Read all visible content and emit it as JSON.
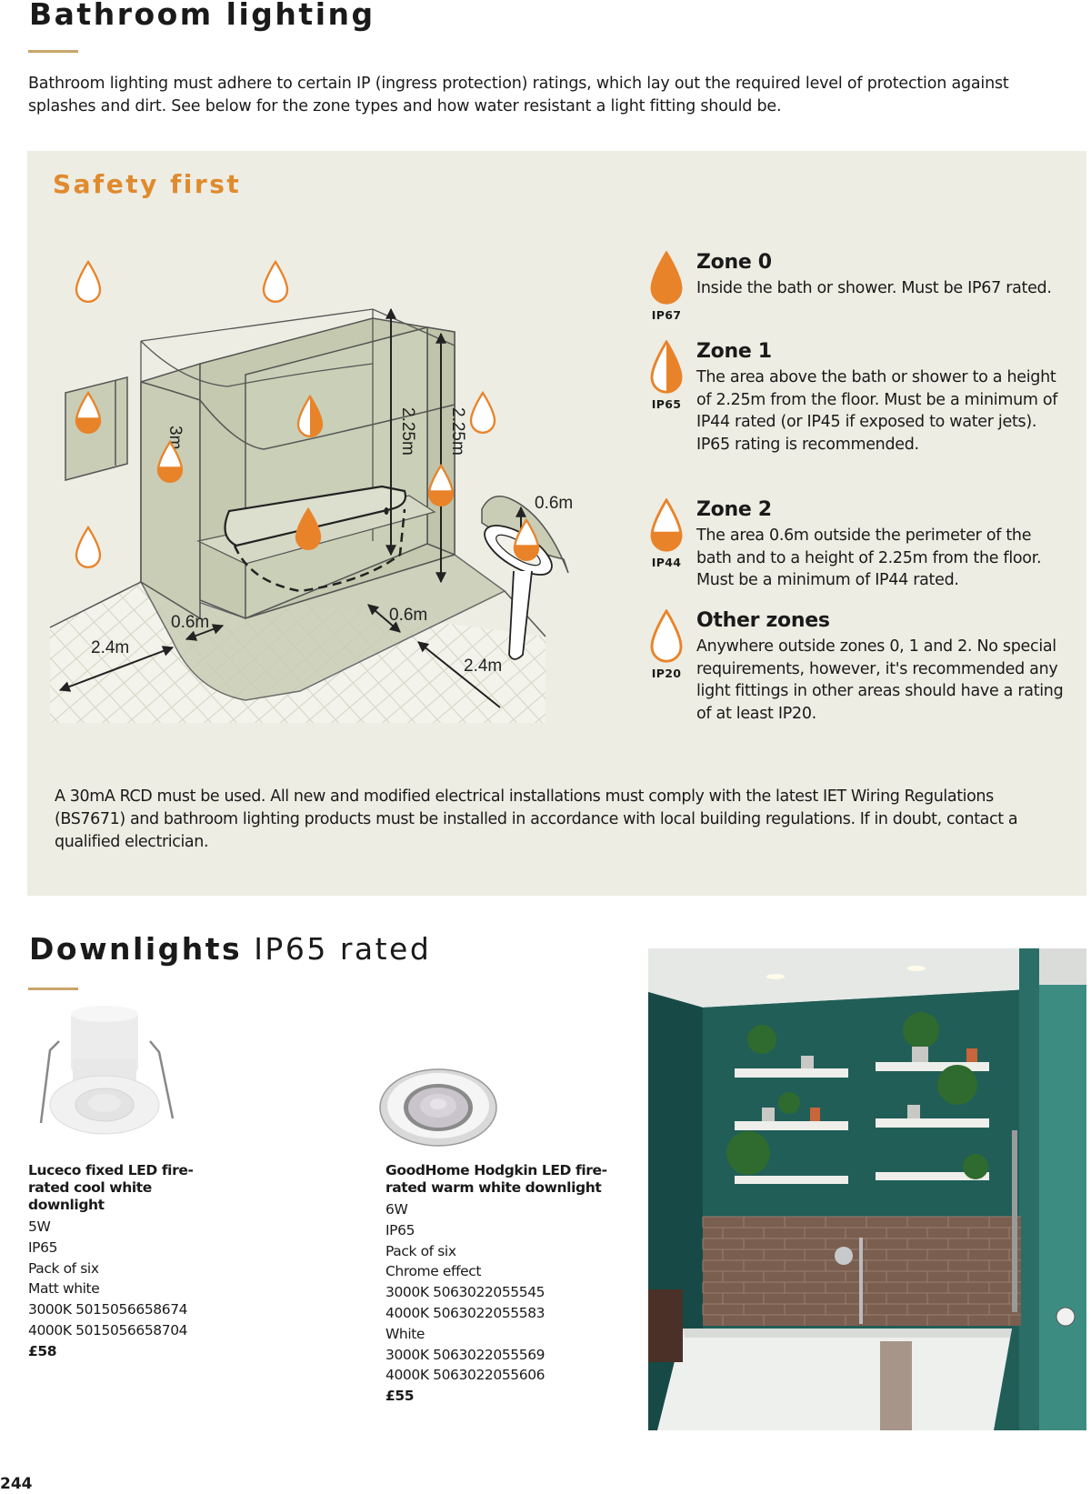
{
  "header": {
    "title": "Bathroom lighting",
    "intro": "Bathroom lighting must adhere to certain IP (ingress protection) ratings, which lay out the required level of protection against splashes and dirt. See below for the zone types and how water resistant a light fitting should be."
  },
  "safety": {
    "title": "Safety first",
    "diagram_labels": {
      "height_total": "3m",
      "height_zone1_a": "2.25m",
      "height_zone1_b": "2.25m",
      "basin_offset": "0.6m",
      "perimeter_left": "0.6m",
      "perimeter_right": "0.6m",
      "floor_left": "2.4m",
      "floor_right": "2.4m"
    },
    "zones": [
      {
        "title": "Zone 0",
        "ip": "IP67",
        "fill": "full",
        "body": "Inside the bath or shower. Must be IP67 rated."
      },
      {
        "title": "Zone 1",
        "ip": "IP65",
        "fill": "half",
        "body": "The area above the bath or shower to a height of 2.25m from the floor. Must be a minimum of IP44 rated (or IP45 if exposed to water jets). IP65 rating is recommended."
      },
      {
        "title": "Zone 2",
        "ip": "IP44",
        "fill": "bottom",
        "body": "The area 0.6m outside the perimeter of the bath and to a height of 2.25m from the floor. Must be a minimum of IP44 rated."
      },
      {
        "title": "Other zones",
        "ip": "IP20",
        "fill": "none",
        "body": "Anywhere outside zones 0, 1 and 2. No special requirements, however, it's recommended any light fittings in other areas should have a rating of at least IP20."
      }
    ],
    "notice": "A 30mA RCD must be used. All new and modified electrical installations must comply with the latest IET Wiring Regulations (BS7671) and bathroom lighting products must be installed in accordance with local building regulations. If in doubt, contact a qualified electrician."
  },
  "downlights": {
    "title_bold": "Downlights",
    "title_rest": "IP65 rated",
    "products": [
      {
        "name": "Luceco fixed LED fire-rated cool white downlight",
        "specs": [
          "5W",
          "IP65",
          "Pack of six",
          "Matt white",
          "3000K 5015056658674",
          "4000K 5015056658704"
        ],
        "price": "£58"
      },
      {
        "name": "GoodHome Hodgkin LED fire-rated warm white downlight",
        "specs": [
          "6W",
          "IP65",
          "Pack of six",
          "Chrome effect",
          "3000K 5063022055545",
          "4000K 5063022055583",
          "White",
          "3000K 5063022055569",
          "4000K 5063022055606"
        ],
        "price": "£55"
      }
    ]
  },
  "colors": {
    "accent_orange": "#e8832a",
    "rule_gold": "#c9a56a",
    "panel_bg": "#edede3",
    "zone_fill": "#c9cdb5"
  },
  "page_number": "244"
}
